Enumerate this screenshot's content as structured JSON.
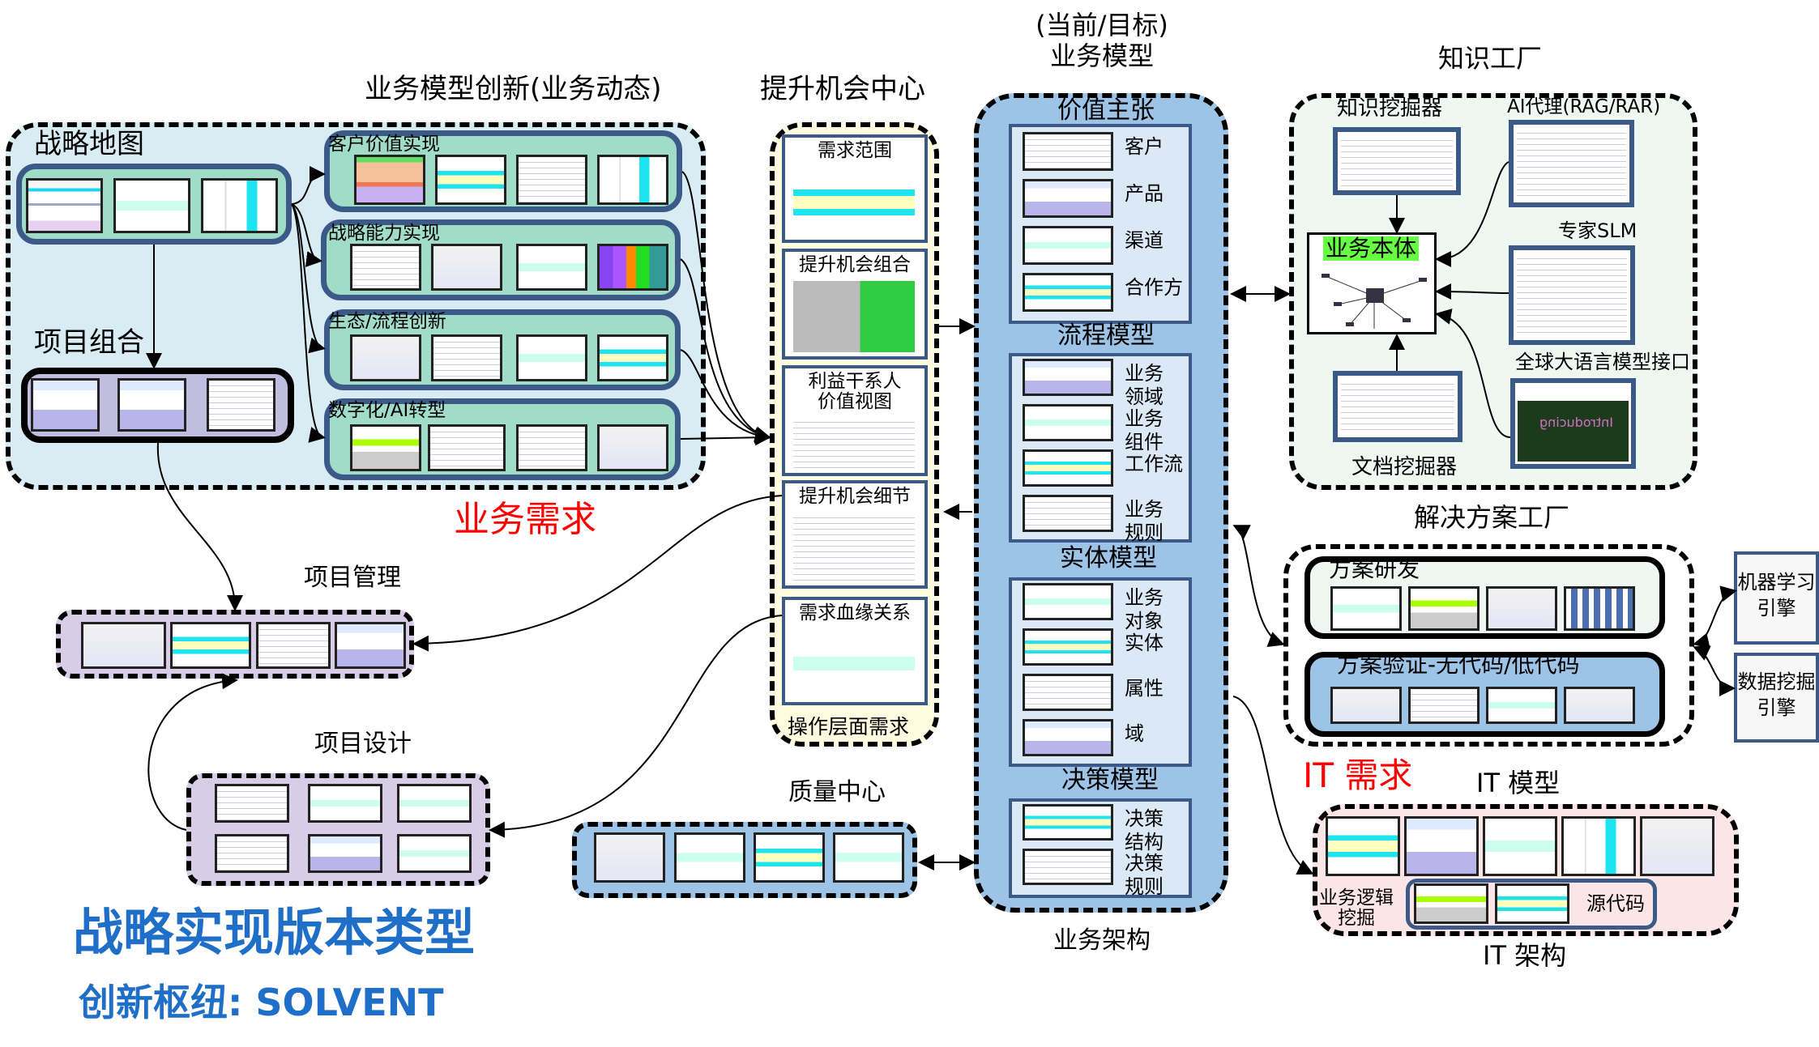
{
  "title": {
    "main": "战略实现版本类型",
    "subtitle": "创新枢纽: SOLVENT"
  },
  "business_innovation": {
    "title": "业务模型创新(业务动态)",
    "strategy_map": "战略地图",
    "project_portfolio": "项目组合",
    "groups": [
      "客户价值实现",
      "战略能力实现",
      "生态/流程创新",
      "数字化/AI转型"
    ]
  },
  "business_requirement": "业务需求",
  "opportunity_center": {
    "title": "提升机会中心",
    "panels": [
      "需求范围",
      "提升机会组合",
      "利益干系人\n价值视图",
      "提升机会细节",
      "需求血缘关系"
    ],
    "footer": "操作层面需求"
  },
  "business_model": {
    "title_line1": "(当前/目标)",
    "title_line2": "业务模型",
    "footer": "业务架构",
    "sections": [
      {
        "title": "价值主张",
        "items": [
          "客户",
          "产品",
          "渠道",
          "合作方"
        ]
      },
      {
        "title": "流程模型",
        "items": [
          "业务\n领域",
          "业务\n组件",
          "工作流",
          "业务\n规则"
        ]
      },
      {
        "title": "实体模型",
        "items": [
          "业务\n对象",
          "实体",
          "属性",
          "域"
        ]
      },
      {
        "title": "决策模型",
        "items": [
          "决策\n结构",
          "决策\n规则"
        ]
      }
    ]
  },
  "knowledge_factory": {
    "title": "知识工厂",
    "knowledge_miner": "知识挖掘器",
    "ai_agent": "AI代理(RAG/RAR)",
    "ontology": "业务本体",
    "expert_slm": "专家SLM",
    "global_llm": "全球大语言模型接口",
    "doc_miner": "文档挖掘器",
    "intro_text": "Introducing"
  },
  "solution_factory": {
    "title": "解决方案工厂",
    "research": "方案研发",
    "validation": "方案验证-无代码/低代码"
  },
  "engines": [
    "机器学习\n引擎",
    "数据挖掘\n引擎"
  ],
  "it": {
    "requirement": "IT 需求",
    "model": "IT 模型",
    "architecture": "IT 架构",
    "logic_mining": "业务逻辑\n挖掘",
    "source_code": "源代码"
  },
  "project_management": "项目管理",
  "project_design": "项目设计",
  "quality_center": "质量中心",
  "colors": {
    "red": "#ff0000",
    "blue_title": "#1f6fc8",
    "frame": "#3b5a88",
    "teal": "#a0dcc8",
    "light_blue": "#d9ebf3",
    "biz_blue": "#9dc3e6",
    "purple": "#c0bde0",
    "pink": "#fbe5e6",
    "yellow": "#fffbe0",
    "green": "#66ff44"
  }
}
